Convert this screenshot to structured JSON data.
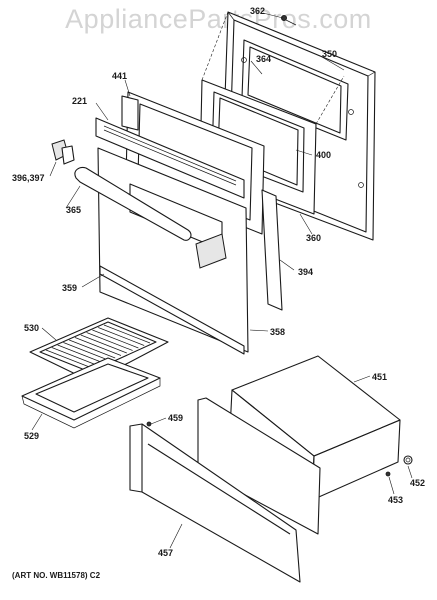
{
  "watermark": "AppliancePartsPros.com",
  "art_number": "(ART NO. WB11578) C2",
  "labels": {
    "p362": "362",
    "p350": "350",
    "p364": "364",
    "p441": "441",
    "p221": "221",
    "p400": "400",
    "p396": "396,397",
    "p365": "365",
    "p360": "360",
    "p394": "394",
    "p359": "359",
    "p358": "358",
    "p530": "530",
    "p451": "451",
    "p459": "459",
    "p529": "529",
    "p452": "452",
    "p453": "453",
    "p457": "457"
  }
}
